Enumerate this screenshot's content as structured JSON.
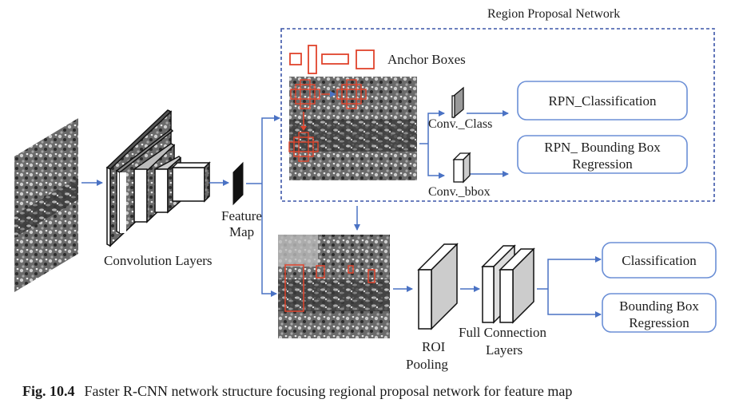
{
  "figure": {
    "rpn_title": "Region Proposal Network",
    "anchor_boxes_label": "Anchor Boxes",
    "conv_class_label": "Conv._Class",
    "conv_bbox_label": "Conv._bbox",
    "rpn_classification": "RPN_Classification",
    "rpn_bbox_line1": "RPN_ Bounding Box",
    "rpn_bbox_line2": "Regression",
    "convolution_layers_label": "Convolution Layers",
    "feature_map_line1": "Feature",
    "feature_map_line2": "Map",
    "roi_line1": "ROI",
    "roi_line2": "Pooling",
    "fc_line1": "Full Connection",
    "fc_line2": "Layers",
    "classification": "Classification",
    "bbox_line1": "Bounding Box",
    "bbox_line2": "Regression"
  },
  "colors": {
    "arrow": "#4a72c4",
    "box_border": "#6b8fd6",
    "anchor_red": "#e0442c",
    "dashed": "#3b55a8"
  },
  "caption": {
    "number": "Fig. 10.4",
    "text": "Faster R-CNN network structure focusing regional proposal network for feature map"
  }
}
